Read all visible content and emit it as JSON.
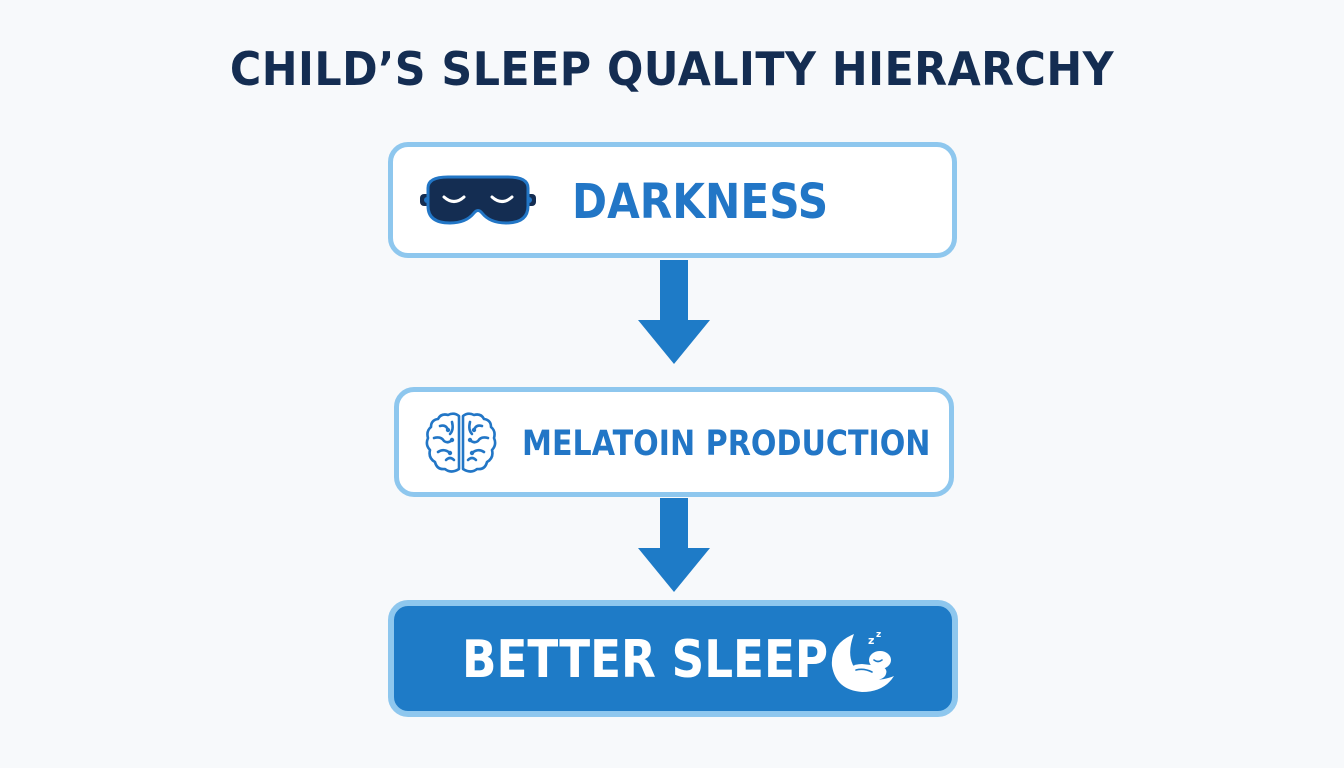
{
  "title": "CHILD’S SLEEP QUALITY HIERARCHY",
  "steps": [
    {
      "label": "DARKNESS",
      "icon": "sleep-mask-icon"
    },
    {
      "label": "MELATOIN PRODUCTION",
      "icon": "brain-icon"
    },
    {
      "label": "BETTER SLEEP",
      "icon": "sleeping-child-moon-icon"
    }
  ],
  "colors": {
    "title": "#142d52",
    "accent": "#2276c6",
    "box_border": "#8ec7ee",
    "final_box_fill": "#1e7bc7",
    "arrow": "#1e7bc7",
    "background": "#f7f9fb"
  }
}
